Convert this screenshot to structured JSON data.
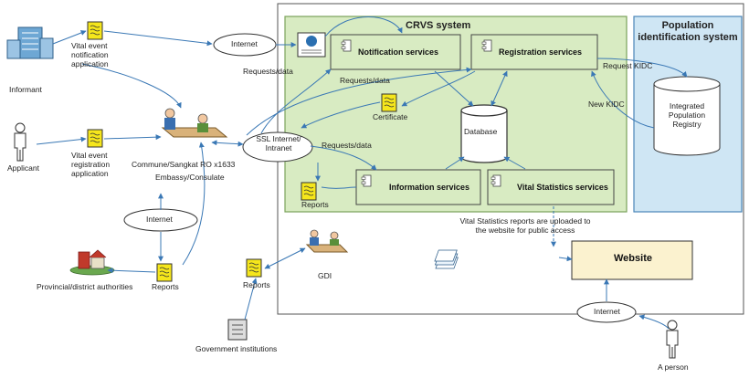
{
  "systems": {
    "crvs_title": "CRVS system",
    "population_title": "Population identification system",
    "website": "Website"
  },
  "services": {
    "notification": "Notification services",
    "registration": "Registration services",
    "information": "Information services",
    "vital_statistics": "Vital Statistics services"
  },
  "stores": {
    "database": "Database",
    "integrated_registry": "Integrated Population Registry"
  },
  "actors": {
    "informant": "Informant",
    "applicant": "Applicant",
    "a_person": "A person",
    "gdi": "GDI",
    "commune": "Commune/Sangkat RO x1633",
    "embassy": "Embassy/Consulate",
    "provincial": "Provincial/district authorities",
    "government": "Government institutions"
  },
  "applications": {
    "notification_app": "Vital event notification application",
    "registration_app": "Vital event registration application"
  },
  "documents": {
    "certificate": "Certificate",
    "reports_crvs": "Reports",
    "reports_provincial": "Reports",
    "reports_gov": "Reports"
  },
  "networks": {
    "internet_top": "Internet",
    "ssl": "SSL Internet/ Intranet",
    "internet_mid": "Internet",
    "internet_bottom": "Internet"
  },
  "flows": {
    "requests_data_1": "Requests/data",
    "requests_data_2": "Requests/data",
    "requests_data_3": "Requests/data",
    "request_kidc": "Request KIDC",
    "new_kidc": "New KIDC",
    "vs_upload_note": "Vital Statistics reports are uploaded to the website for public access"
  },
  "colors": {
    "crvs_fill": "#d8ebc2",
    "population_fill": "#cfe6f4",
    "website_fill": "#fbf2cf",
    "connector": "#3a78b5",
    "doc_yellow": "#f5e61c"
  }
}
